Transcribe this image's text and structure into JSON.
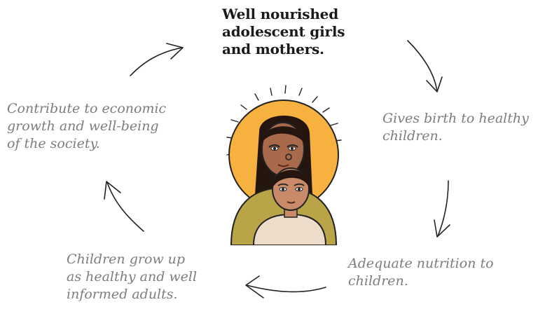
{
  "center": {
    "title_lines": [
      "Well nourished",
      "adolescent girls",
      "and mothers."
    ]
  },
  "cycle": {
    "right_top": [
      "Gives birth to healthy",
      "children."
    ],
    "right_bottom": [
      "Adequate nutrition to",
      "children."
    ],
    "bottom_left": [
      "Children grow up",
      "as healthy and well",
      "informed adults."
    ],
    "left": [
      "Contribute to economic",
      "growth and well-being",
      "of the society."
    ]
  },
  "colors": {
    "sun": "#F7B13E",
    "mother_dress": "#B9A547",
    "child_shirt": "#EEDCCB",
    "skin": "#A9694B",
    "child_skin": "#C98A6A",
    "hair": "#24150F",
    "text_muted": "#7d7d7d"
  },
  "icons": [
    "clockwise-arrow-icon",
    "mother-child-illustration"
  ]
}
